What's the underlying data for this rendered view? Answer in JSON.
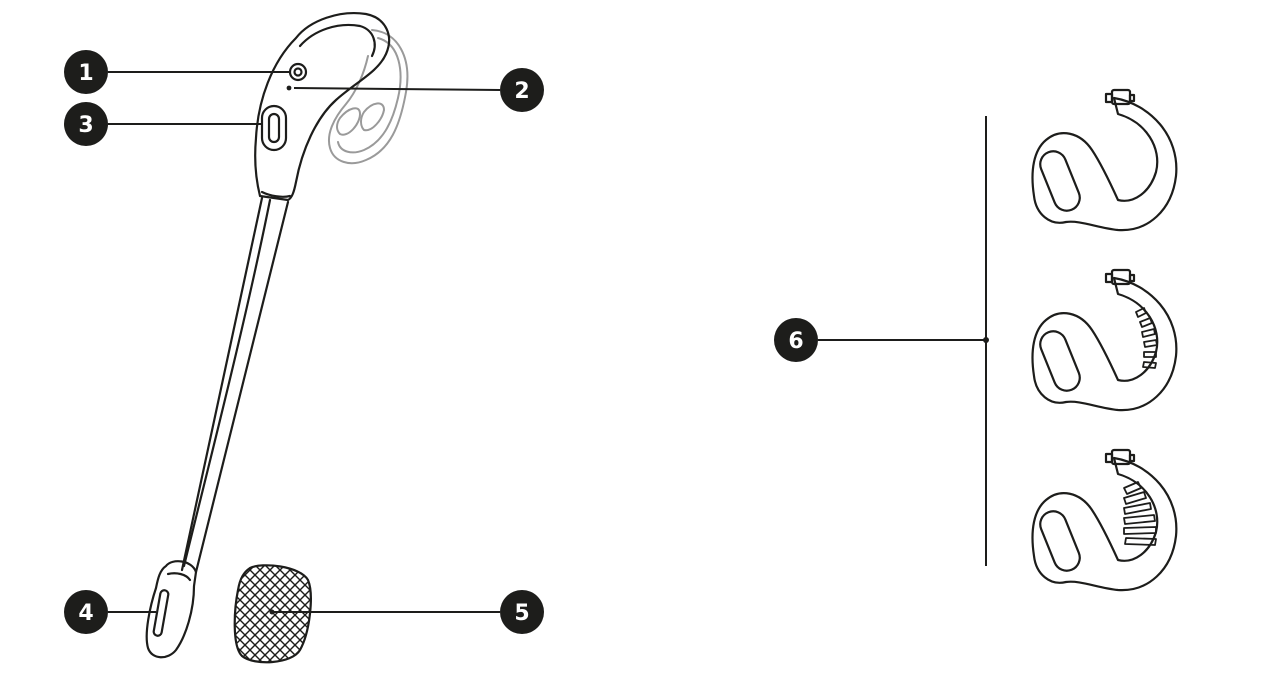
{
  "callouts": [
    {
      "id": 1,
      "label": "1"
    },
    {
      "id": 2,
      "label": "2"
    },
    {
      "id": 3,
      "label": "3"
    },
    {
      "id": 4,
      "label": "4"
    },
    {
      "id": 5,
      "label": "5"
    },
    {
      "id": 6,
      "label": "6"
    }
  ],
  "colors": {
    "ink": "#1d1d1b",
    "callout_fill": "#1d1d1b",
    "callout_text": "#ffffff",
    "ghost_hook": "#9a9a9a",
    "background": "#ffffff"
  },
  "icons": {
    "headset": "headset-illustration",
    "windscreen": "mesh-windscreen-icon",
    "ear_hooks": [
      "ear-hook-plain-icon",
      "ear-hook-ribbed-icon",
      "ear-hook-ribbed-large-icon"
    ]
  }
}
